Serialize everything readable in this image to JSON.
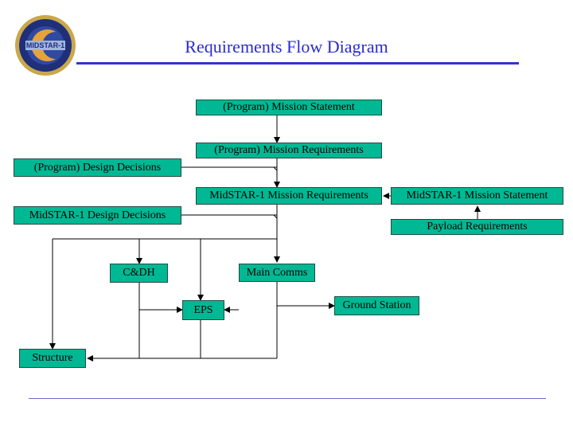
{
  "header": {
    "title": "Requirements Flow Diagram",
    "logo_text": "MIDSTAR-1"
  },
  "nodes": {
    "program_mission_statement": "(Program) Mission Statement",
    "program_mission_requirements": "(Program) Mission Requirements",
    "program_design_decisions": "(Program) Design Decisions",
    "midstar_mission_requirements": "MidSTAR-1 Mission Requirements",
    "midstar_mission_statement": "MidSTAR-1 Mission Statement",
    "midstar_design_decisions": "MidSTAR-1 Design Decisions",
    "payload_requirements": "Payload Requirements",
    "cdh": "C&DH",
    "main_comms": "Main Comms",
    "eps": "EPS",
    "ground_station": "Ground Station",
    "structure": "Structure"
  },
  "colors": {
    "box_fill": "#00b894",
    "title": "#2a2ad4",
    "rule": "#3333cc"
  }
}
